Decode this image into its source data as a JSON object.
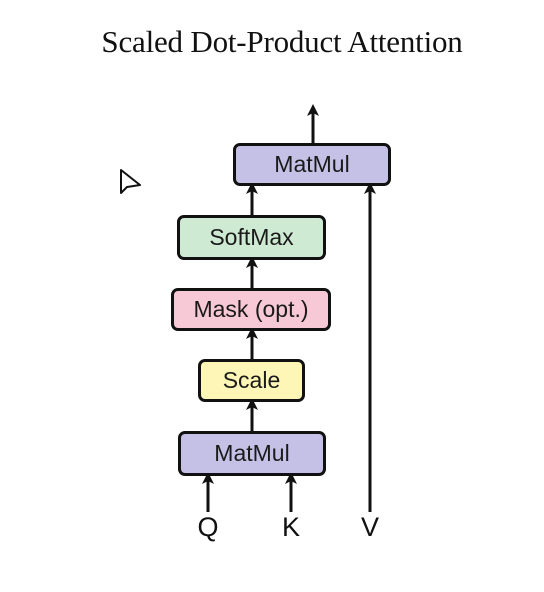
{
  "title": "Scaled Dot-Product Attention",
  "colors": {
    "matmul": "#c5c1e6",
    "softmax": "#cfead2",
    "mask": "#f7c9d6",
    "scale": "#fdf6b6",
    "stroke": "#111111"
  },
  "blocks": {
    "matmul_top": "MatMul",
    "softmax": "SoftMax",
    "mask": "Mask (opt.)",
    "scale": "Scale",
    "matmul_bottom": "MatMul"
  },
  "inputs": {
    "q": "Q",
    "k": "K",
    "v": "V"
  },
  "icons": {
    "cursor": "mouse-pointer-icon"
  }
}
